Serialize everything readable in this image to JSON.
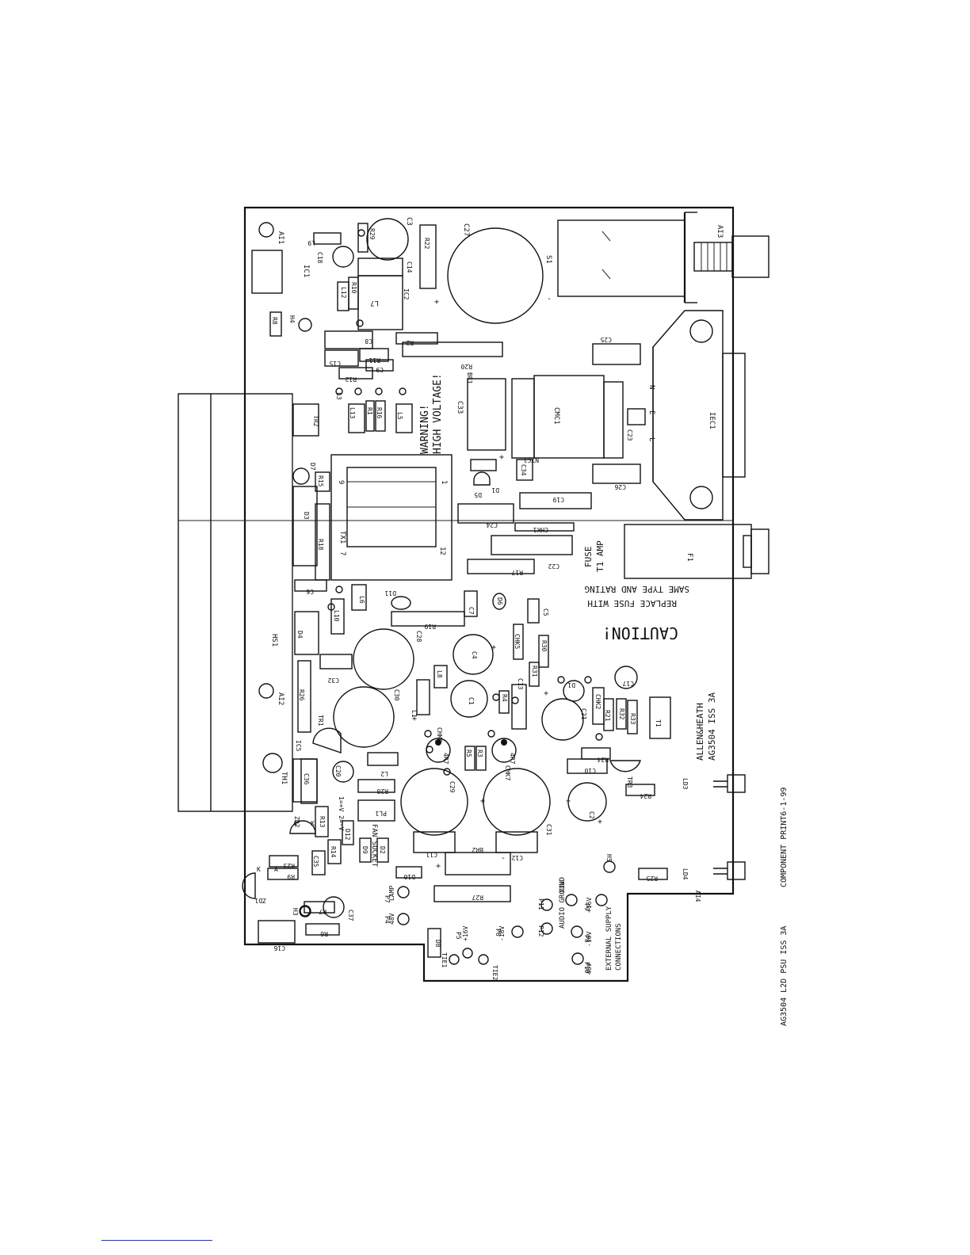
{
  "board": {
    "warning_text_1": "WARNING!",
    "warning_text_2": "HIGH VOLTAGE!",
    "caution_title": "CAUTION!",
    "caution_line_1": "REPLACE FUSE WITH",
    "caution_line_2": "SAME TYPE AND RATING",
    "fuse_label_1": "FUSE",
    "fuse_label_2": "T1 AMP",
    "maker_line_1": "ALLEN&HEATH",
    "maker_line_2": "AG3504 ISS 3A",
    "fan_socket": "FAN SOCKET",
    "fan_pins": "1=+V 2=-V",
    "audio_ground": "AUDIO GROUND",
    "external_supply_1": "EXTERNAL SUPPLY",
    "external_supply_2": "CONNECTIONS",
    "lamp": "LAMP",
    "v48": "48V",
    "p16v": "+16V",
    "n16v": "-16V",
    "p4_v48": "48V"
  },
  "margin_text": {
    "doc_id": "AG3504 L2D PSU ISS 3A",
    "print_date": "COMPONENT PRINT6-1-99"
  },
  "labels": {
    "AI1": "AI1",
    "AI2": "AI2",
    "AI3": "AI3",
    "AI4": "AI4",
    "IC1": "IC1",
    "IC2": "IC2",
    "IC5": "IC5",
    "C3": "C3",
    "C27": "C27",
    "S1": "S1",
    "R29": "R29",
    "L9": "L9",
    "C18": "C18",
    "C14": "C14",
    "R22": "R22",
    "L12": "L12",
    "R10": "R10",
    "L7": "L7",
    "R8": "R8",
    "H4": "H4",
    "C8": "C8",
    "R2": "R2",
    "C15": "C15",
    "R11": "R11",
    "R20": "R20",
    "C9": "C9",
    "R12": "R12",
    "BR1": "BR1",
    "C25": "C25",
    "L3": "L3",
    "L13": "L13",
    "R1": "R1",
    "R16": "R16",
    "L5": "L5",
    "C33": "C33",
    "CMC1": "CMC1",
    "IEC1": "IEC1",
    "C23": "C23",
    "TR2": "TR2",
    "NTC1": "NTC1",
    "C34": "C34",
    "D5": "D5",
    "D1": "D1",
    "C26": "C26",
    "D7": "D7",
    "R15": "R15",
    "TX1": "TX1",
    "D3": "D3",
    "C19": "C19",
    "C24": "C24",
    "CHK1": "CHK1",
    "R18": "R18",
    "C22": "C22",
    "F1": "F1",
    "R17": "R17",
    "C6": "C6",
    "D11": "D11",
    "C7": "C7",
    "D6": "D6",
    "L6": "L6",
    "L10": "L10",
    "R19": "R19",
    "C5": "C5",
    "HS1": "HS1",
    "D4": "D4",
    "C28": "C28",
    "C4": "C4",
    "CHK5": "CHK5",
    "R30": "R30",
    "C32": "C32",
    "L8": "L8",
    "R31": "R31",
    "C17": "C17",
    "R26": "R26",
    "C30": "C30",
    "C1": "C1",
    "C13": "C13",
    "R4": "R4",
    "CHK2": "CHK2",
    "D2_top": "D1",
    "L1": "L1",
    "TR1": "TR1",
    "C21": "C21",
    "R21": "R21",
    "R32": "R32",
    "T1": "T1",
    "R33": "R33",
    "CHK6": "CHK6",
    "R5": "R5",
    "R3": "R3",
    "CHK7": "CHK7",
    "R34": "R34",
    "v4R7a": "4R7",
    "v4R7b": "4R7",
    "TH1": "TH1",
    "C36": "C36",
    "C20": "C20",
    "L2": "L2",
    "C29": "C29",
    "C10": "C10",
    "TR3": "TR3",
    "R28": "R28",
    "LD3": "LD3",
    "R24": "R24",
    "C2": "C2",
    "ZD2": "ZD2",
    "R13": "R13",
    "PL1": "PL1",
    "C31": "C31",
    "D12": "D12",
    "R14": "R14",
    "D9": "D9",
    "D2": "D2",
    "C11": "C11",
    "BR2": "BR2",
    "C12": "C12",
    "H5": "H5",
    "C35": "C35",
    "R23": "R23",
    "R9": "R9",
    "D10": "D10",
    "R25": "R25",
    "LD4": "LD4",
    "ZD1": "ZD1",
    "R7": "R7",
    "C37": "C37",
    "P7": "P7",
    "R27": "R27",
    "P11": "P11",
    "P13": "P13",
    "H3": "H3",
    "P9": "P9",
    "R6": "R6",
    "P4": "P4",
    "P12": "P12",
    "P8": "P8",
    "C16": "C16",
    "P5": "P5",
    "P6": "P6",
    "D8": "D8",
    "P10": "P10",
    "TIE1": "TIE1",
    "TIE2": "TIE2",
    "plus": "+",
    "minus": "-",
    "one": "1",
    "nine": "9",
    "seven": "7",
    "twelve": "12",
    "N": "N",
    "L": "L",
    "E": "E",
    "K": "K",
    "A": "A"
  }
}
